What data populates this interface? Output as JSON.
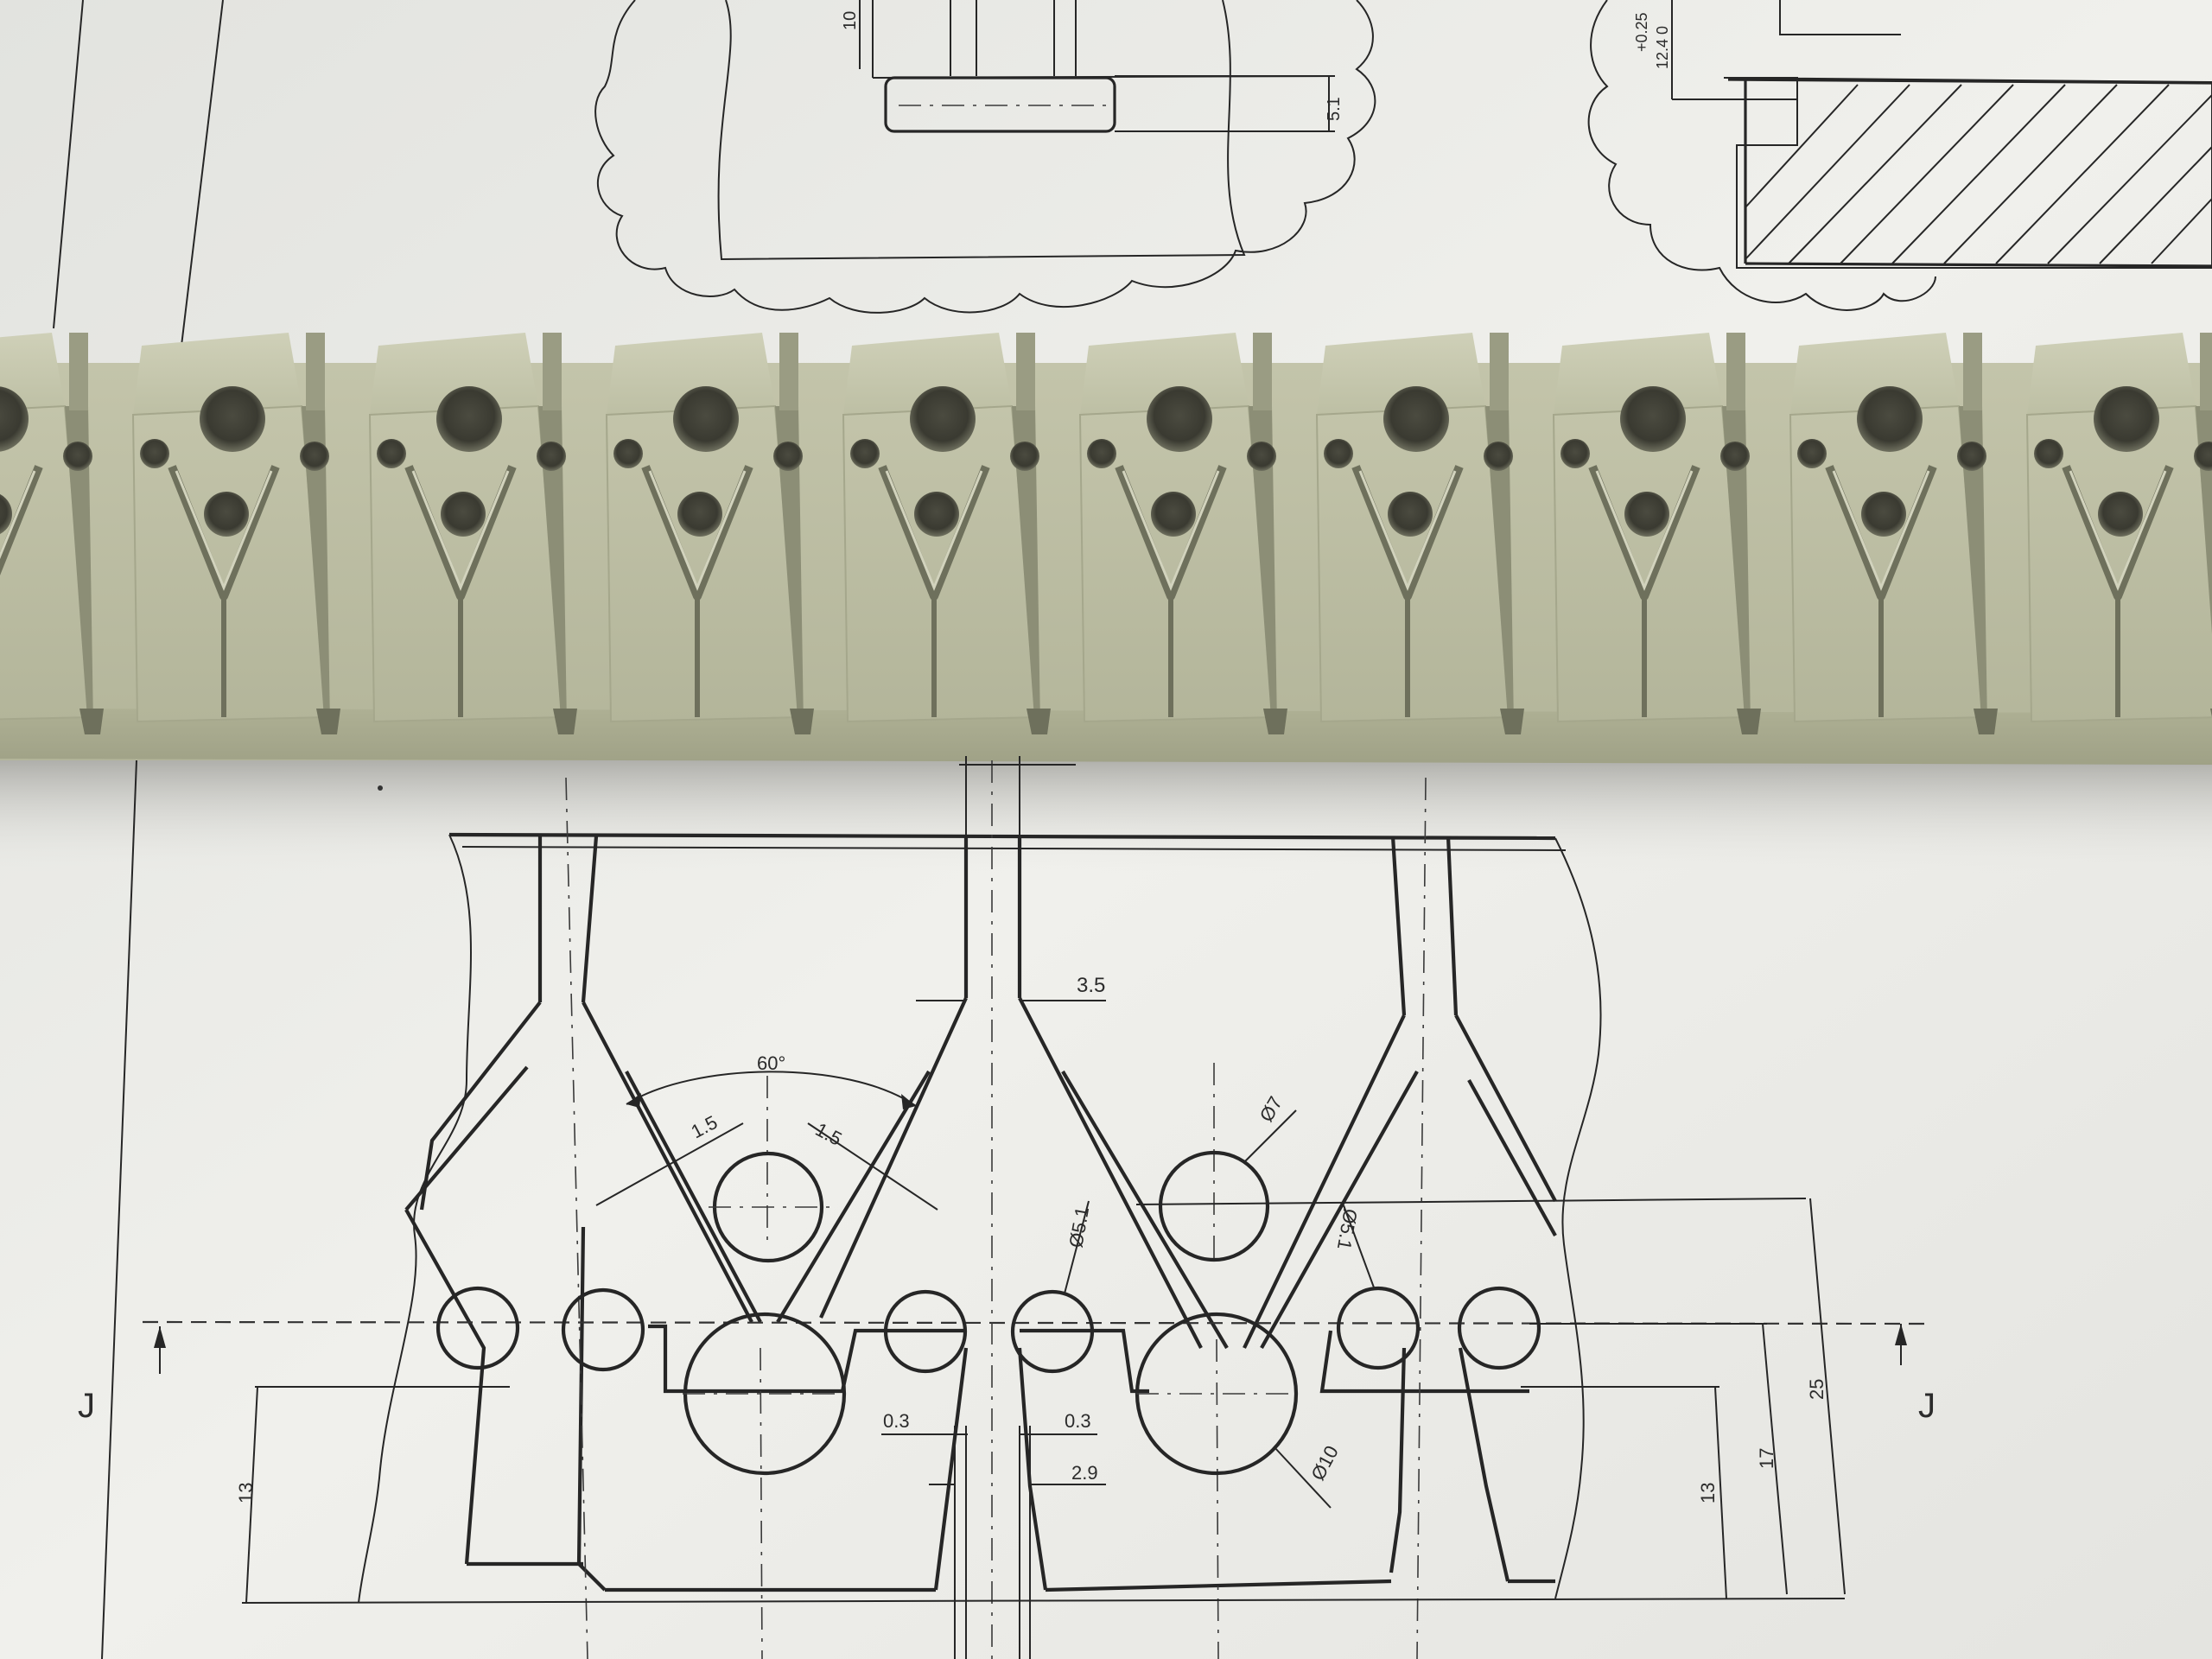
{
  "scene": {
    "description_role": "photo-of-technical-drawing",
    "paper_color": "#eeeeea",
    "part_color": "#b9bba0",
    "ink_color": "#262626"
  },
  "labels": {
    "dim_10": "10",
    "dim_5_1": "5.1",
    "dim_tol_top": "+0.25",
    "dim_tol_bottom": "12.4  0",
    "dim_3_5": "3.5",
    "dim_60": "60°",
    "dim_1_5_left": "1.5",
    "dim_1_5_right": "1.5",
    "dim_phi7": "Ø7",
    "dim_phi5_1_left": "Ø5.1",
    "dim_phi5_1_right": "Ø5.1",
    "dim_0_3_left": "0.3",
    "dim_0_3_right": "0.3",
    "dim_2_9": "2.9",
    "dim_phi10": "Ø10",
    "dim_13_left": "13",
    "dim_13_right": "13",
    "dim_17": "17",
    "dim_25": "25",
    "section_left": "J",
    "section_right": "J"
  }
}
